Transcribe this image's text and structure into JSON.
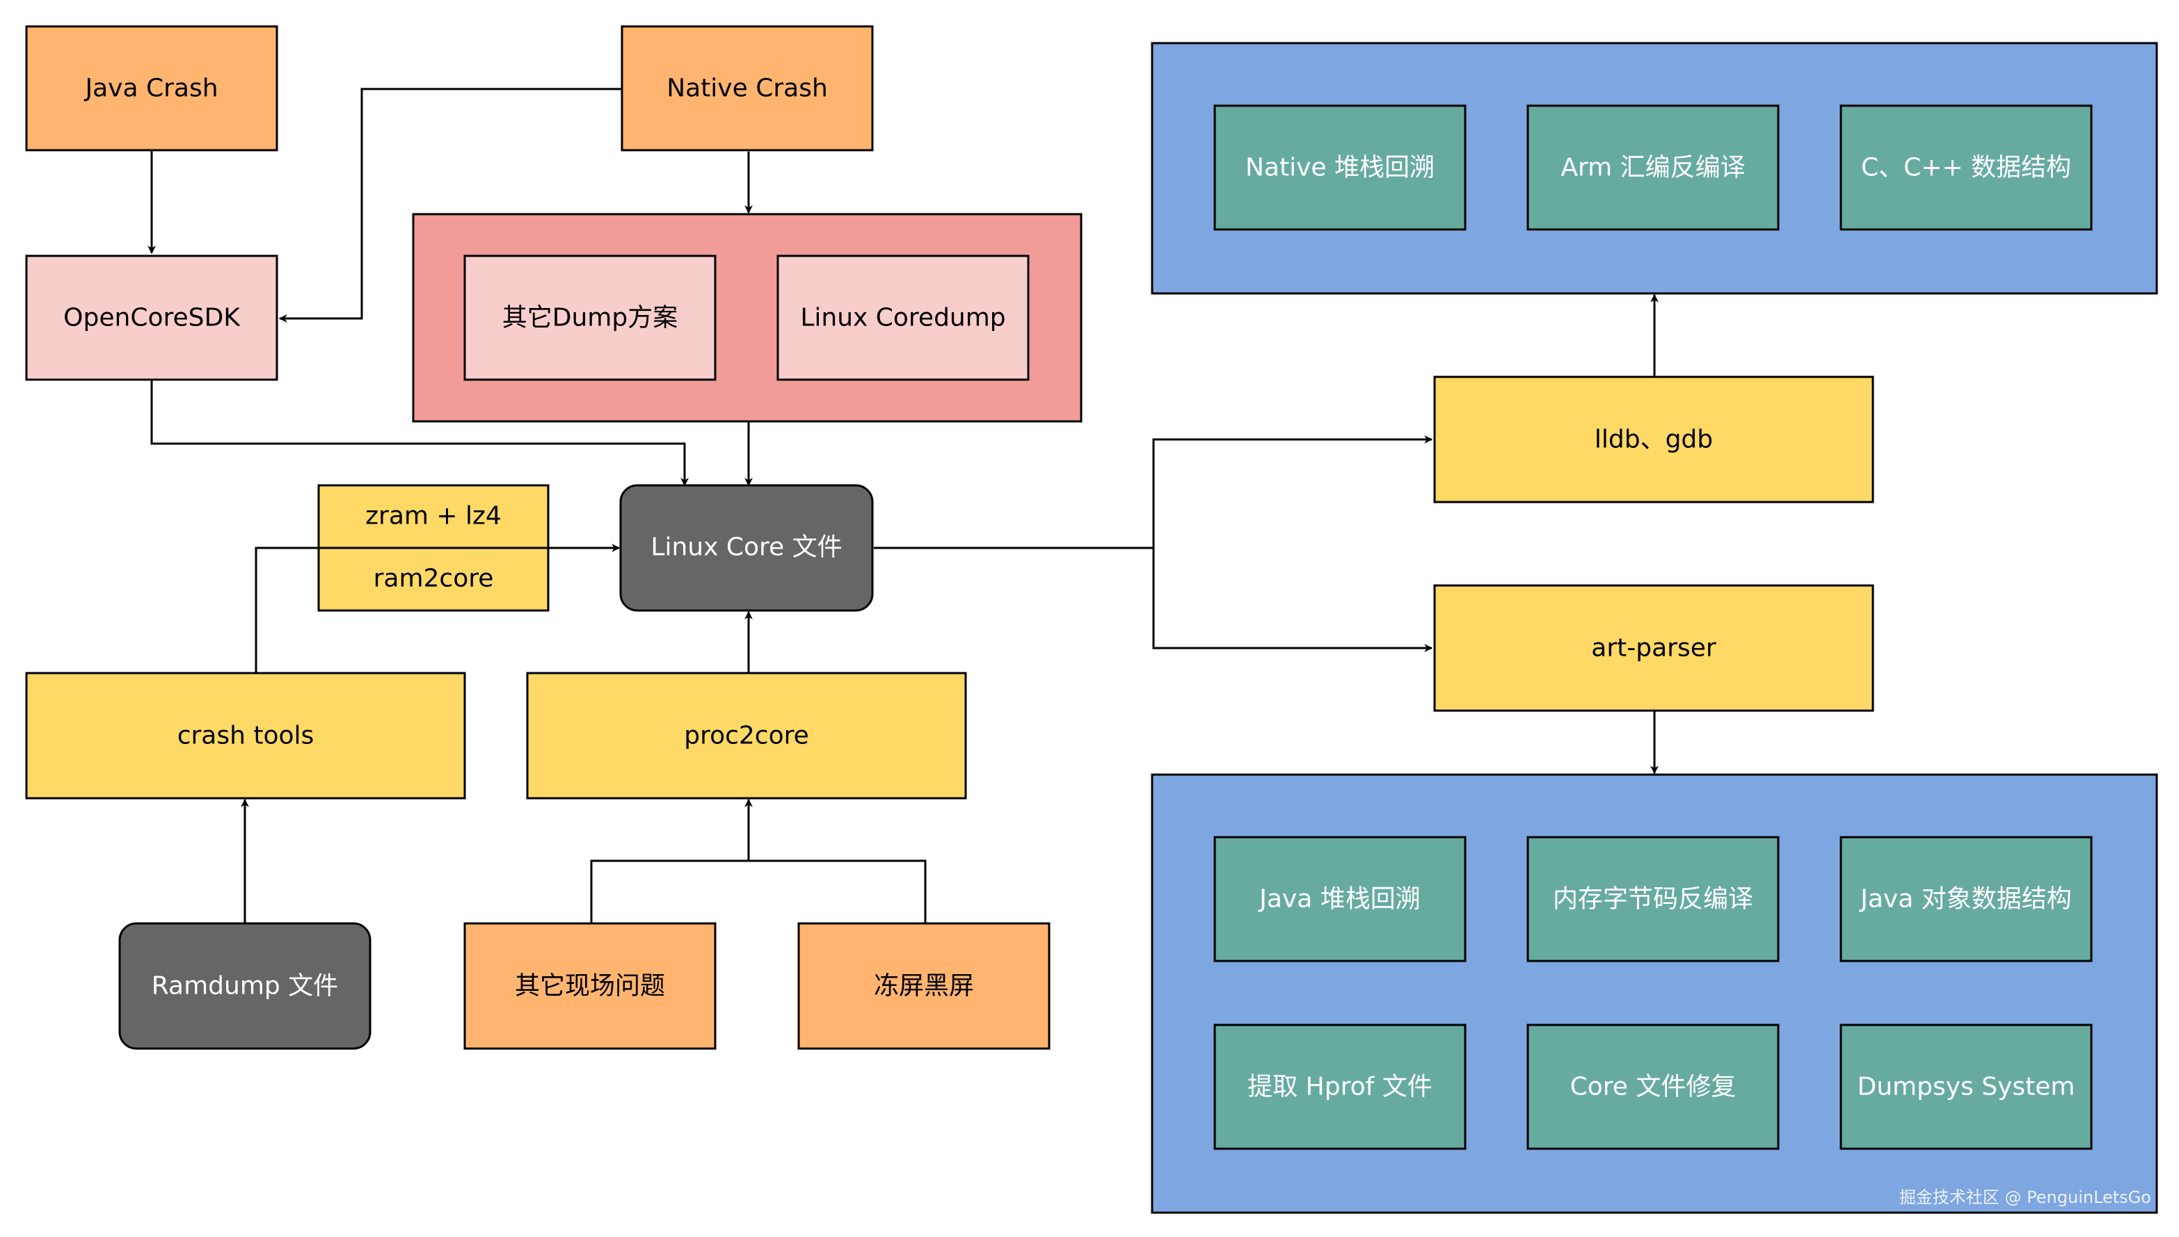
{
  "colors": {
    "orange": "#ffb570",
    "pink_light": "#f8cecc",
    "pink_group": "#f19c99",
    "yellow": "#ffd966",
    "dark_gray": "#666666",
    "blue_group": "#7ea6e0",
    "teal": "#67ab9f",
    "line": "#000000",
    "white": "#ffffff"
  },
  "nodes": {
    "java_crash": "Java Crash",
    "native_crash": "Native Crash",
    "opencore_sdk": "OpenCoreSDK",
    "other_dump": "其它Dump方案",
    "linux_coredump": "Linux Coredump",
    "zram_lz4": "zram + lz4",
    "ram2core": "ram2core",
    "linux_core_file": "Linux Core 文件",
    "crash_tools": "crash tools",
    "proc2core": "proc2core",
    "ramdump_file": "Ramdump 文件",
    "other_issues": "其它现场问题",
    "freeze_black": "冻屏黑屏",
    "lldb_gdb": "lldb、gdb",
    "art_parser": "art-parser",
    "native_stack": "Native 堆栈回溯",
    "arm_disasm": "Arm 汇编反编译",
    "c_cpp_struct": "C、C++ 数据结构",
    "java_stack": "Java 堆栈回溯",
    "bytecode_decomp": "内存字节码反编译",
    "java_object": "Java 对象数据结构",
    "hprof": "提取 Hprof 文件",
    "core_repair": "Core 文件修复",
    "dumpsys": "Dumpsys System"
  },
  "watermark": "掘金技术社区 @ PenguinLetsGo"
}
